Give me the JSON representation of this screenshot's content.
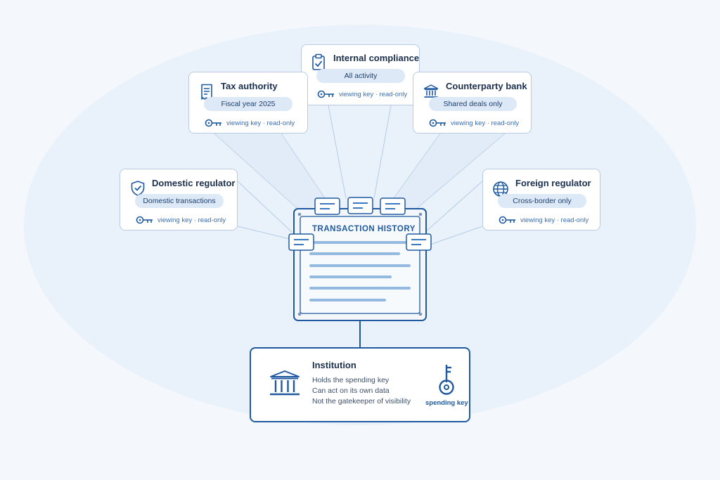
{
  "colors": {
    "accent": "#1f5aa0",
    "pill_bg": "#dde9f7",
    "card_border": "#b9cbe3",
    "ellipse": "#e9f1fa",
    "line": "#b4cce6"
  },
  "document": {
    "title": "TRANSACTION HISTORY"
  },
  "viewers": {
    "internal_compliance": {
      "title": "Internal compliance",
      "scope": "All activity",
      "key": "viewing key · read-only",
      "icon": "clipboard-check-icon"
    },
    "tax_authority": {
      "title": "Tax authority",
      "scope": "Fiscal year 2025",
      "key": "viewing key · read-only",
      "icon": "receipt-icon"
    },
    "counterparty_bank": {
      "title": "Counterparty bank",
      "scope": "Shared deals only",
      "key": "viewing key · read-only",
      "icon": "bank-icon"
    },
    "domestic_regulator": {
      "title": "Domestic regulator",
      "scope": "Domestic transactions",
      "key": "viewing key · read-only",
      "icon": "shield-check-icon"
    },
    "foreign_regulator": {
      "title": "Foreign regulator",
      "scope": "Cross-border only",
      "key": "viewing key · read-only",
      "icon": "globe-icon"
    }
  },
  "institution": {
    "title": "Institution",
    "lines": [
      "Holds the spending key",
      "Can act on its own data",
      "Not the gatekeeper of visibility"
    ],
    "key_label": "spending key",
    "icon": "institution-icon"
  }
}
